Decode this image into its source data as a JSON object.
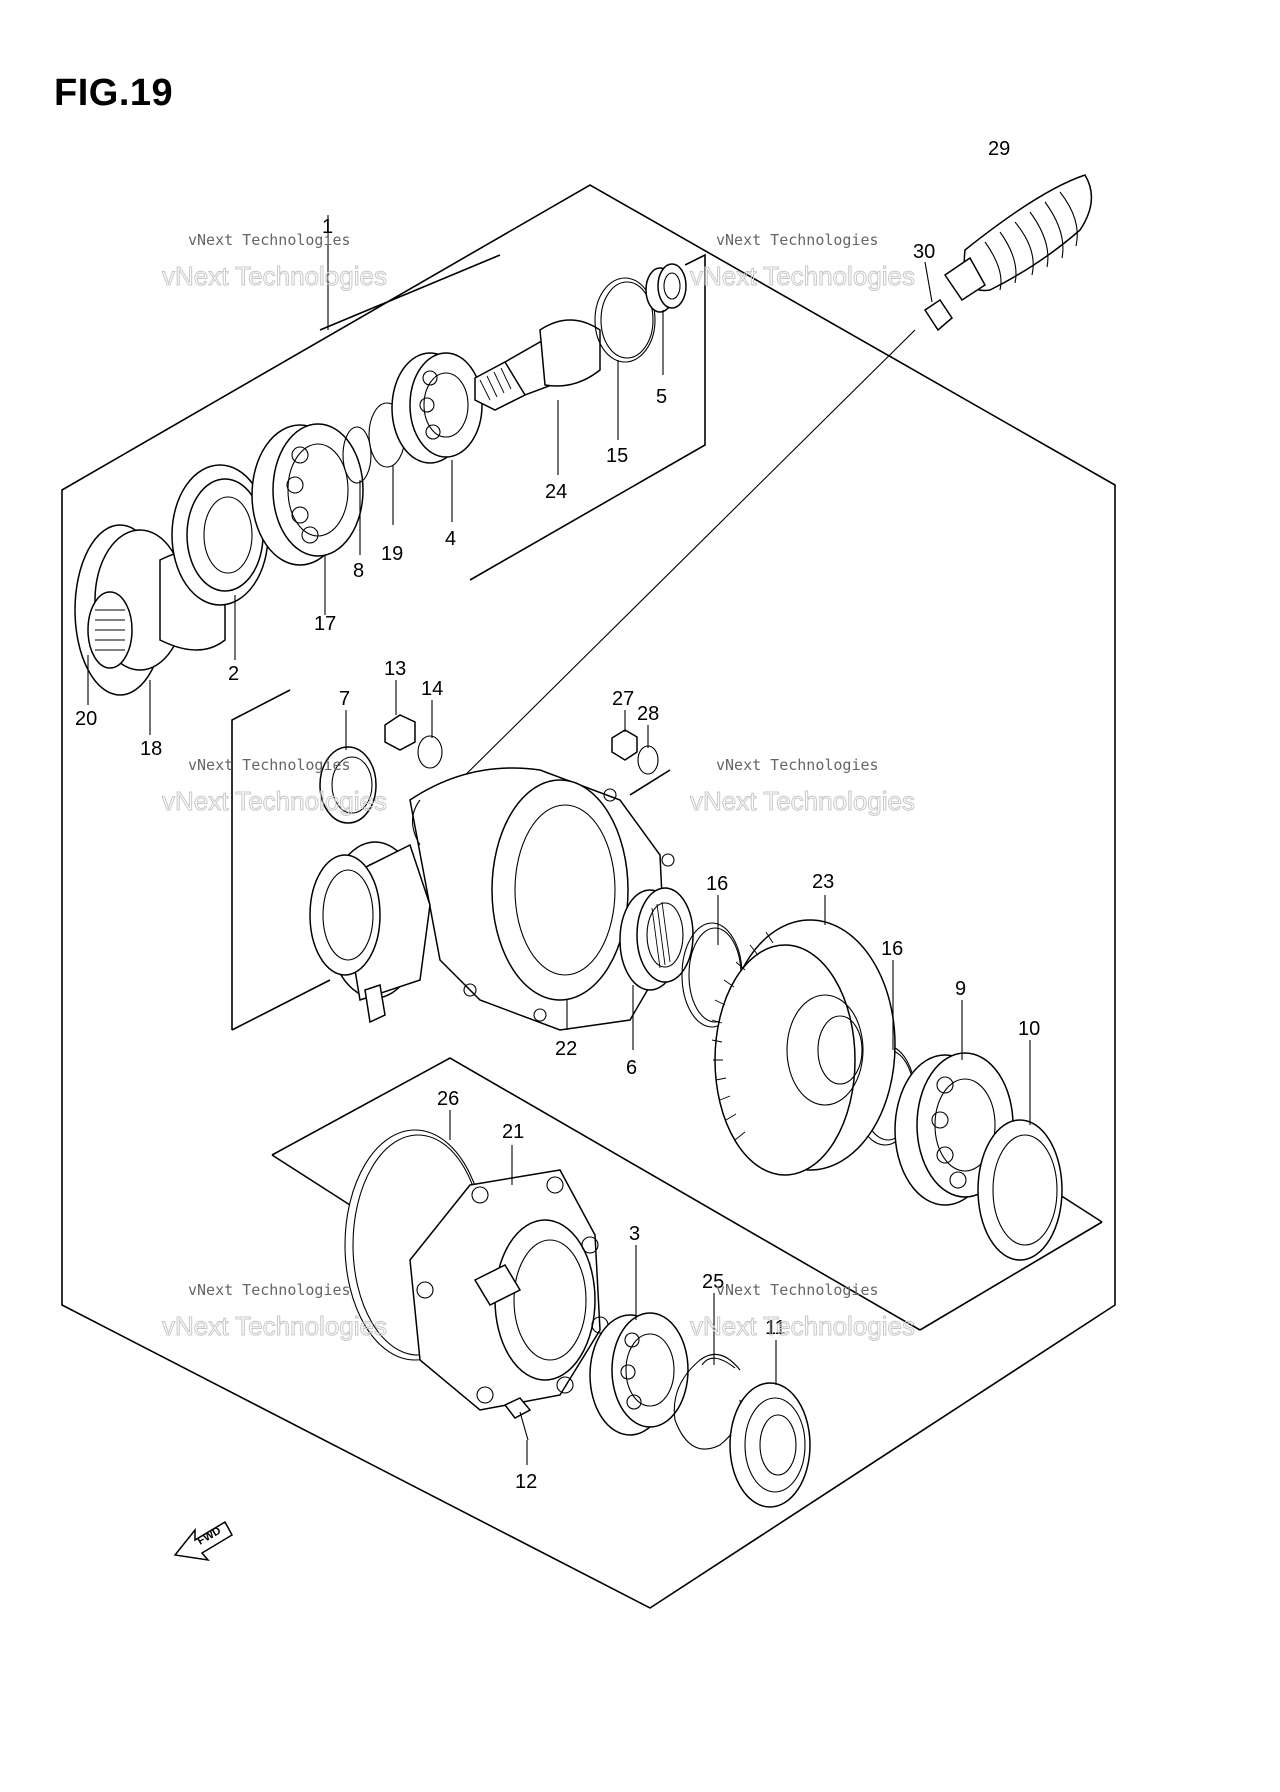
{
  "figure_title": "FIG.19",
  "watermark": {
    "line1": "vNext Technologies",
    "line2": "vNext Technologies"
  },
  "fwd_label": "FWD",
  "callouts": [
    "1",
    "2",
    "3",
    "4",
    "5",
    "6",
    "7",
    "8",
    "9",
    "10",
    "11",
    "12",
    "13",
    "14",
    "15",
    "16",
    "16",
    "17",
    "18",
    "19",
    "20",
    "21",
    "22",
    "23",
    "24",
    "25",
    "26",
    "27",
    "28",
    "29",
    "30"
  ],
  "colors": {
    "line": "#000000",
    "background": "#ffffff",
    "watermark": "#c8c8c8"
  }
}
